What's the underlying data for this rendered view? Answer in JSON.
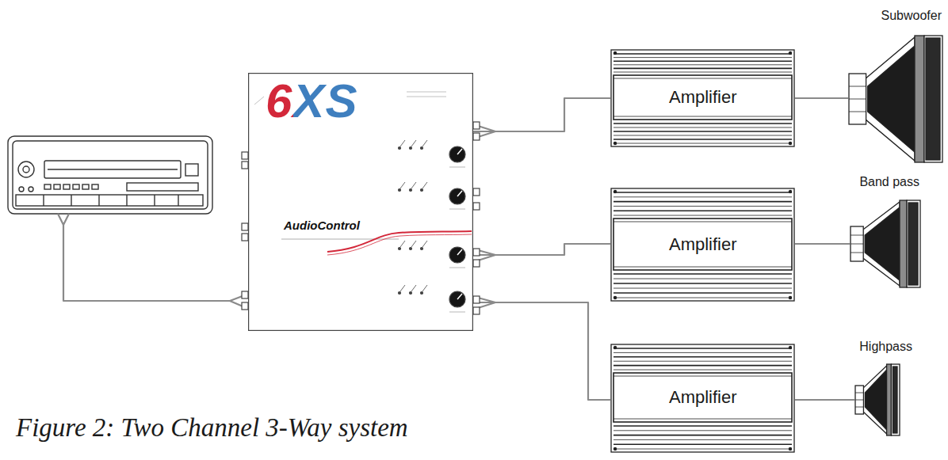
{
  "diagram": {
    "caption": "Figure 2: Two Channel 3-Way system",
    "nodes": [
      {
        "text": [
          "6XS",
          "AudioControl"
        ]
      },
      {
        "text": [
          "Amplifier"
        ]
      },
      {
        "text": [
          "Subwoofer"
        ]
      },
      {
        "text": [
          "Amplifier"
        ]
      },
      {
        "text": [
          "Band pass"
        ]
      },
      {
        "text": [
          "Amplifier"
        ]
      },
      {
        "text": [
          "Highpass"
        ]
      }
    ],
    "edges": [
      {
        "from": 0,
        "to": 1,
        "arrow": "none"
      },
      {
        "from": 1,
        "to": 2,
        "arrow": "none"
      },
      {
        "from": 0,
        "to": 3,
        "arrow": "none"
      },
      {
        "from": 3,
        "to": 4,
        "arrow": "none"
      },
      {
        "from": 0,
        "to": 5,
        "arrow": "none"
      },
      {
        "from": 5,
        "to": 6,
        "arrow": "none"
      }
    ]
  }
}
